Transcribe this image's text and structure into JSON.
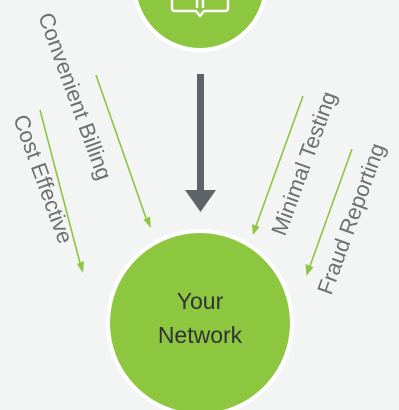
{
  "hub": {
    "line1": "Your",
    "line2": "Network"
  },
  "benefits": [
    "Convenient Billing",
    "Cost Effective",
    "Minimal Testing",
    "Fraud Reporting"
  ],
  "colors": {
    "background": "#f3f4f4",
    "accent_green": "#8dc63f",
    "hub_text": "#2f3336",
    "label_text": "#6e6f70",
    "center_arrow": "#5e6368"
  },
  "icons": {
    "top_node": "document-card-icon",
    "center_connector": "down-arrow-icon"
  }
}
